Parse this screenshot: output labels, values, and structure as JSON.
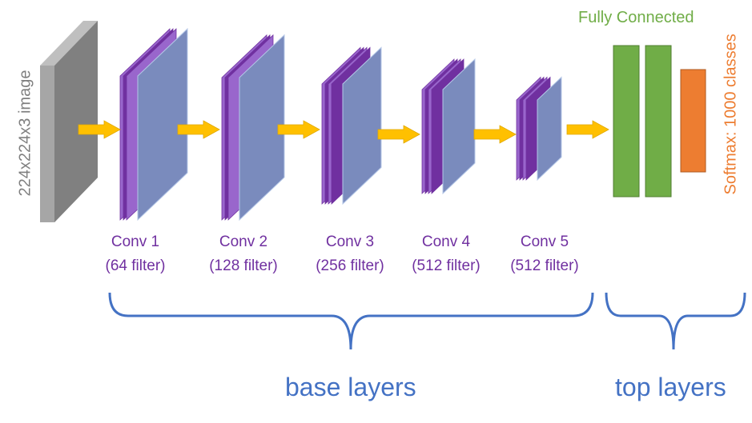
{
  "input": {
    "label": "224x224x3 image"
  },
  "conv_layers": [
    {
      "name": "Conv 1",
      "filters": "(64 filter)"
    },
    {
      "name": "Conv 2",
      "filters": "(128 filter)"
    },
    {
      "name": "Conv 3",
      "filters": "(256 filter)"
    },
    {
      "name": "Conv 4",
      "filters": "(512 filter)"
    },
    {
      "name": "Conv 5",
      "filters": "(512 filter)"
    }
  ],
  "fully_connected": {
    "label": "Fully Connected"
  },
  "softmax": {
    "label": "Softmax: 1000 classes"
  },
  "groups": {
    "base": "base layers",
    "top": "top layers"
  },
  "colors": {
    "input_front": "#7f7f7f",
    "input_side": "#a6a6a6",
    "input_top": "#bfbfbf",
    "filter_purple": "#9966cc",
    "filter_purple_dark": "#7030a0",
    "filter_blue": "#7a8bbd",
    "arrow": "#ffc000",
    "fc_green": "#70ad47",
    "softmax_orange": "#ed7d31",
    "brace_blue": "#4472c4",
    "conv_text": "#7030a0"
  }
}
